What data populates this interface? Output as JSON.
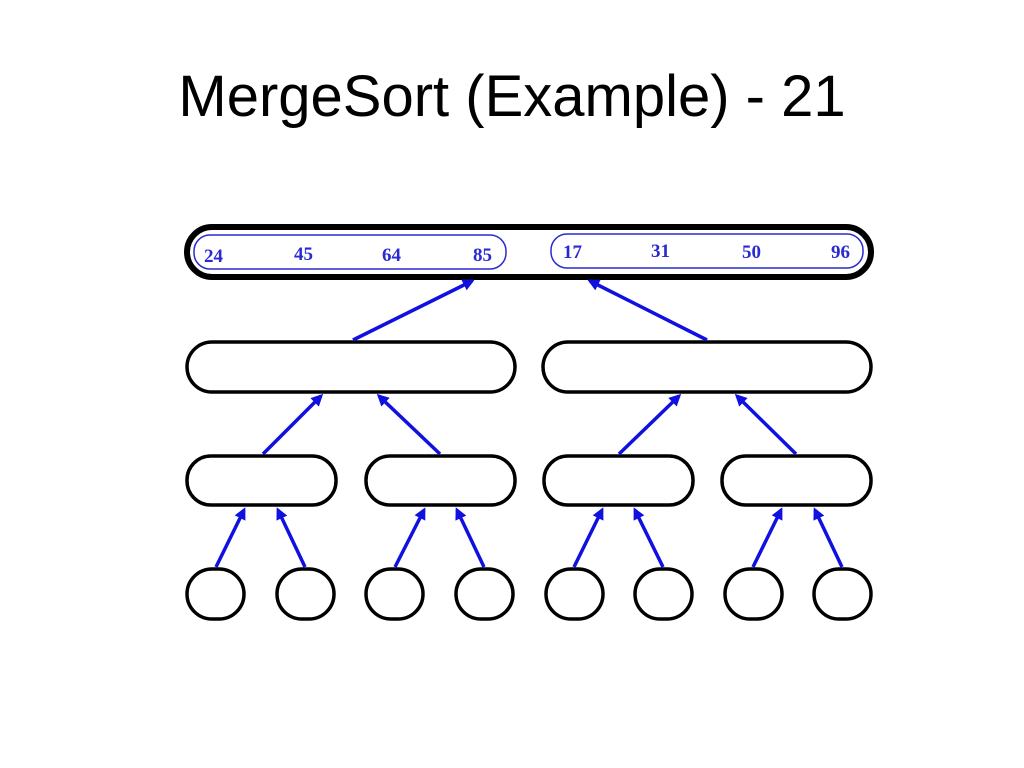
{
  "slide": {
    "title": "MergeSort (Example) - 21"
  },
  "merge_tree": {
    "root_left_group": [
      "24",
      "45",
      "64",
      "85"
    ],
    "root_right_group": [
      "17",
      "31",
      "50",
      "96"
    ]
  },
  "colors": {
    "number_text": "#2a2ad0",
    "arrow": "#1010e0",
    "node_outline": "#000000"
  }
}
